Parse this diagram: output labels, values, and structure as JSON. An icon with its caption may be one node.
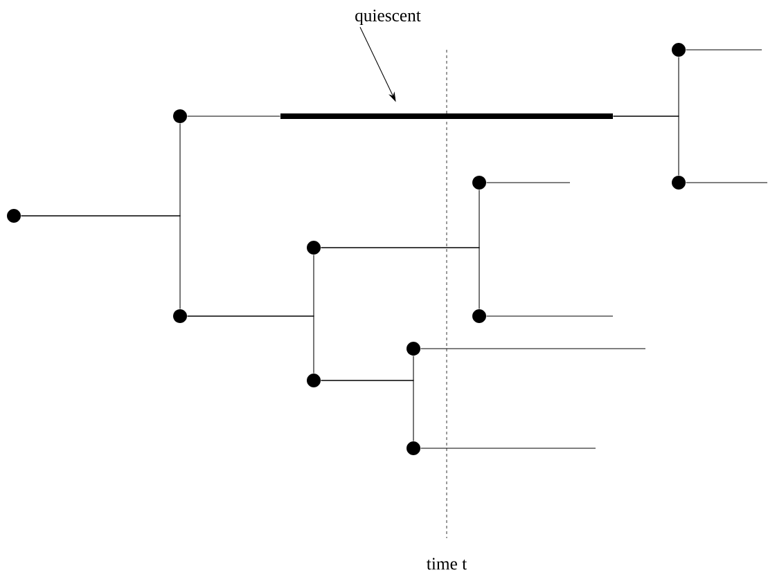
{
  "diagram": {
    "nodes": [
      {
        "text": [
          "quiescent"
        ]
      },
      {
        "text": [],
        "shape": "circle"
      },
      {
        "text": [],
        "shape": "circle"
      },
      {
        "text": [],
        "shape": "bar"
      },
      {
        "text": [],
        "shape": "circle"
      },
      {
        "text": [],
        "shape": "circle"
      },
      {
        "text": [],
        "shape": "circle"
      },
      {
        "text": [],
        "shape": "circle"
      },
      {
        "text": [],
        "shape": "circle"
      },
      {
        "text": [],
        "shape": "circle"
      },
      {
        "text": [],
        "shape": "circle"
      },
      {
        "text": [],
        "shape": "circle"
      },
      {
        "text": [],
        "shape": "circle"
      }
    ],
    "edges": [
      {
        "from": 6,
        "to": 2,
        "arrow": "none"
      },
      {
        "from": 6,
        "to": 8,
        "arrow": "none"
      },
      {
        "from": 2,
        "to": 3,
        "arrow": "none"
      },
      {
        "from": 3,
        "to": 1,
        "arrow": "none"
      },
      {
        "from": 3,
        "to": 4,
        "arrow": "none"
      },
      {
        "from": 8,
        "to": 7,
        "arrow": "none"
      },
      {
        "from": 8,
        "to": 11,
        "arrow": "none"
      },
      {
        "from": 7,
        "to": 5,
        "arrow": "none"
      },
      {
        "from": 7,
        "to": 9,
        "arrow": "none"
      },
      {
        "from": 11,
        "to": 10,
        "arrow": "none"
      },
      {
        "from": 11,
        "to": 12,
        "arrow": "none"
      },
      {
        "from": 0,
        "to": 3,
        "arrow": "to"
      },
      {
        "from": 1,
        "to": null,
        "arrow": "none"
      },
      {
        "from": 4,
        "to": null,
        "arrow": "none"
      },
      {
        "from": 5,
        "to": null,
        "arrow": "none"
      },
      {
        "from": 9,
        "to": null,
        "arrow": "none"
      },
      {
        "from": 10,
        "to": null,
        "arrow": "none"
      },
      {
        "from": 12,
        "to": null,
        "arrow": "none"
      }
    ],
    "labels": [
      "time t"
    ]
  }
}
